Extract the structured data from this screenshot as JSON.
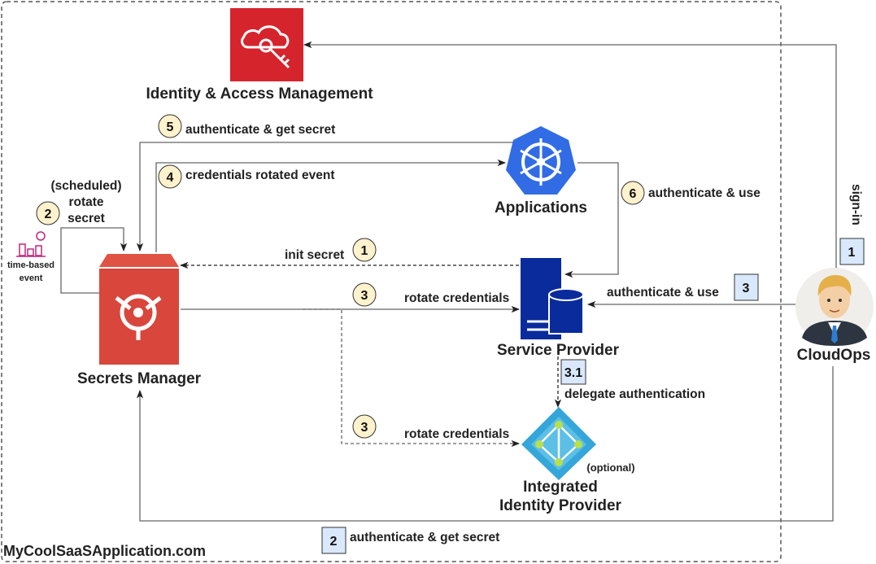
{
  "diagram": {
    "container_label": "MyCoolSaaSApplication.com",
    "nodes": {
      "iam": {
        "label": "Identity & Access Management",
        "icon": "iam-key-icon",
        "color": "#d6242d"
      },
      "applications": {
        "label": "Applications",
        "icon": "kubernetes-helm-icon",
        "color": "#326ce5"
      },
      "secrets_manager": {
        "label": "Secrets Manager",
        "icon": "secrets-manager-icon",
        "color": "#d9463b"
      },
      "service_provider": {
        "label": "Service Provider",
        "icon": "server-database-icon",
        "color": "#0a2b9c"
      },
      "identity_provider": {
        "label_line1": "Integrated",
        "label_line2": "Identity Provider",
        "note": "(optional)",
        "icon": "identity-provider-icon",
        "color": "#35a6d9"
      },
      "cloudops": {
        "label": "CloudOps",
        "icon": "user-avatar-icon"
      },
      "time_event": {
        "label_line1": "time-based",
        "label_line2": "event",
        "icon": "clock-chart-icon",
        "color": "#c0267c"
      }
    },
    "edges": [
      {
        "step": "5",
        "style": "circle",
        "label": "authenticate & get secret"
      },
      {
        "step": "4",
        "style": "circle",
        "label": "credentials rotated event"
      },
      {
        "step": "6",
        "style": "circle",
        "label": "authenticate & use"
      },
      {
        "step": "2",
        "style": "circle",
        "label_line1": "(scheduled)",
        "label_line2": "rotate",
        "label_line3": "secret"
      },
      {
        "step": "1",
        "style": "circle",
        "label": "init secret"
      },
      {
        "step": "3",
        "style": "circle",
        "label": "rotate credentials"
      },
      {
        "step": "3",
        "style": "circle",
        "label": "rotate credentials"
      },
      {
        "step": "1",
        "style": "square",
        "label": "sign-in"
      },
      {
        "step": "3",
        "style": "square",
        "label": "authenticate & use"
      },
      {
        "step": "3.1",
        "style": "square",
        "label": "delegate authentication"
      },
      {
        "step": "2",
        "style": "square",
        "label": "authenticate & get secret"
      }
    ],
    "colors": {
      "circle_fill": "#fff2cc",
      "square_fill": "#dae8fc",
      "line": "#666666"
    }
  }
}
